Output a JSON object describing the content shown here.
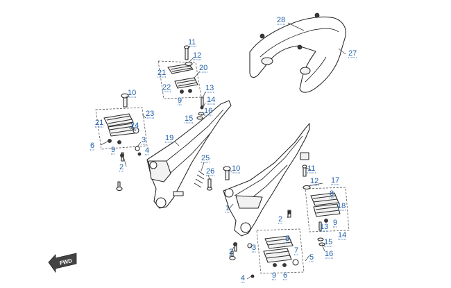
{
  "colors": {
    "callout": "#1f5fa8",
    "line": "#2a2a2a"
  },
  "forward_arrow": {
    "label": "FWD",
    "icon": "forward-arrow-icon"
  },
  "callouts": [
    {
      "id": "c28",
      "label": "28"
    },
    {
      "id": "c27",
      "label": "27"
    },
    {
      "id": "c11a",
      "label": "11"
    },
    {
      "id": "c12a",
      "label": "12"
    },
    {
      "id": "c20",
      "label": "20"
    },
    {
      "id": "c21a",
      "label": "21"
    },
    {
      "id": "c22",
      "label": "22"
    },
    {
      "id": "c9a",
      "label": "9"
    },
    {
      "id": "c13a",
      "label": "13"
    },
    {
      "id": "c14a",
      "label": "14"
    },
    {
      "id": "c16a",
      "label": "16"
    },
    {
      "id": "c15a",
      "label": "15"
    },
    {
      "id": "c10a",
      "label": "10"
    },
    {
      "id": "c23",
      "label": "23"
    },
    {
      "id": "c21b",
      "label": "21"
    },
    {
      "id": "c24",
      "label": "24"
    },
    {
      "id": "c6a",
      "label": "6"
    },
    {
      "id": "c9b",
      "label": "9"
    },
    {
      "id": "c3a",
      "label": "3"
    },
    {
      "id": "c4a",
      "label": "4"
    },
    {
      "id": "c19",
      "label": "19"
    },
    {
      "id": "c2a",
      "label": "2"
    },
    {
      "id": "c25",
      "label": "25"
    },
    {
      "id": "c26",
      "label": "26"
    },
    {
      "id": "c10b",
      "label": "10"
    },
    {
      "id": "c11b",
      "label": "11"
    },
    {
      "id": "c17",
      "label": "17"
    },
    {
      "id": "c12b",
      "label": "12"
    },
    {
      "id": "c8a",
      "label": "8"
    },
    {
      "id": "c18",
      "label": "18"
    },
    {
      "id": "c9c",
      "label": "9"
    },
    {
      "id": "c13b",
      "label": "13"
    },
    {
      "id": "c14b",
      "label": "14"
    },
    {
      "id": "c15b",
      "label": "15"
    },
    {
      "id": "c16b",
      "label": "16"
    },
    {
      "id": "c1",
      "label": "1"
    },
    {
      "id": "c2b",
      "label": "2"
    },
    {
      "id": "c2c",
      "label": "2"
    },
    {
      "id": "c3b",
      "label": "3"
    },
    {
      "id": "c8b",
      "label": "8"
    },
    {
      "id": "c7",
      "label": "7"
    },
    {
      "id": "c5",
      "label": "5"
    },
    {
      "id": "c4b",
      "label": "4"
    },
    {
      "id": "c9d",
      "label": "9"
    },
    {
      "id": "c6b",
      "label": "6"
    }
  ]
}
